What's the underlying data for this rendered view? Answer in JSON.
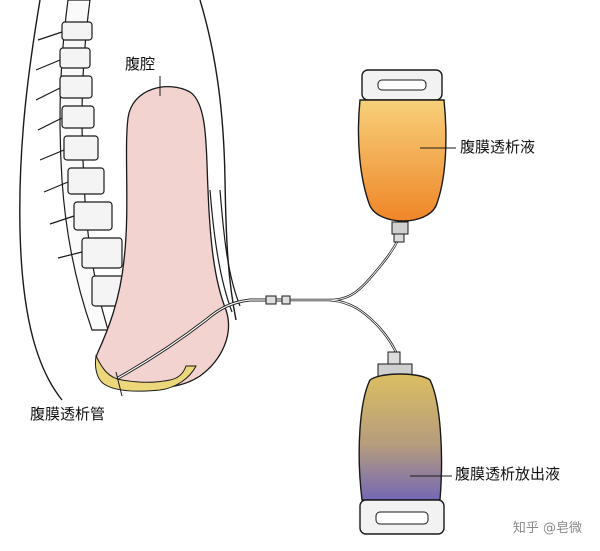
{
  "labels": {
    "peritoneal_cavity": "腹腔",
    "dialysis_fluid": "腹膜透析液",
    "dialysis_catheter": "腹膜透析管",
    "drained_fluid": "腹膜透析放出液"
  },
  "watermark": "知乎 @皂微",
  "colors": {
    "cavity_fill": "#f3d3d0",
    "fresh_fluid_top": "#f5c66a",
    "fresh_fluid_bottom": "#f08a2e",
    "drain_fluid_top": "#d8b96a",
    "drain_fluid_bottom": "#7f74b8",
    "outline": "#1a1a1a"
  }
}
